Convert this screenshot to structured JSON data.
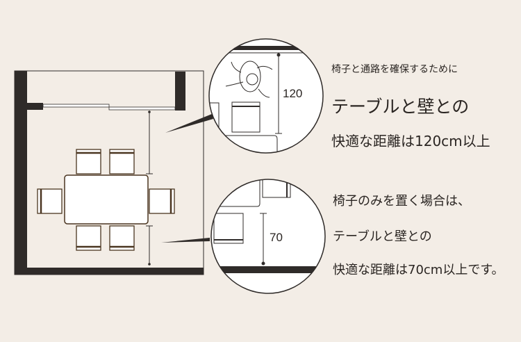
{
  "diagram": {
    "dimension_120": "120",
    "dimension_70": "70"
  },
  "text": {
    "block1": {
      "line1": "椅子と通路を確保するために",
      "line2": "テーブルと壁との",
      "line3": "快適な距離は120cm以上"
    },
    "block2": {
      "line1": "椅子のみを置く場合は、",
      "line2": "テーブルと壁との",
      "line3": "快適な距離は70cm以上です。"
    }
  },
  "colors": {
    "background": "#f3ede6",
    "wall": "#2f2b29",
    "chair": "#4a3520"
  }
}
